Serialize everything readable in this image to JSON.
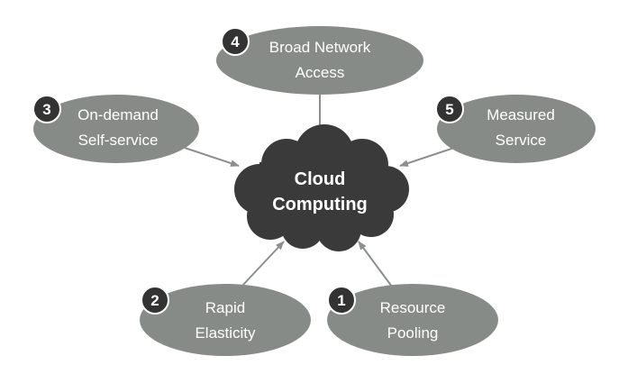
{
  "center": {
    "line1": "Cloud",
    "line2": "Computing"
  },
  "nodes": [
    {
      "badge": "1",
      "line1": "Resource",
      "line2": "Pooling"
    },
    {
      "badge": "2",
      "line1": "Rapid",
      "line2": "Elasticity"
    },
    {
      "badge": "3",
      "line1": "On-demand",
      "line2": "Self-service"
    },
    {
      "badge": "4",
      "line1": "Broad Network",
      "line2": "Access"
    },
    {
      "badge": "5",
      "line1": "Measured",
      "line2": "Service"
    }
  ],
  "colors": {
    "ellipse": "#868B87",
    "cloud": "#3A3A3A",
    "badge": "#333333",
    "arrow": "#8C908D",
    "text": "#FFFFFF"
  }
}
